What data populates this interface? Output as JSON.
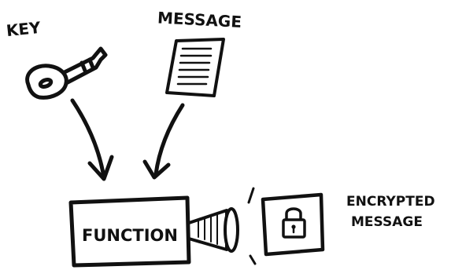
{
  "labels": {
    "key": "KEY",
    "message": "MESSAGE",
    "function": "FUNCTION",
    "encrypted_line1": "ENCRYPTED",
    "encrypted_line2": "MESSAGE"
  },
  "colors": {
    "ink": "#111111",
    "paper": "#ffffff"
  },
  "icons": [
    "key-icon",
    "document-icon",
    "padlock-icon",
    "megaphone-icon"
  ]
}
